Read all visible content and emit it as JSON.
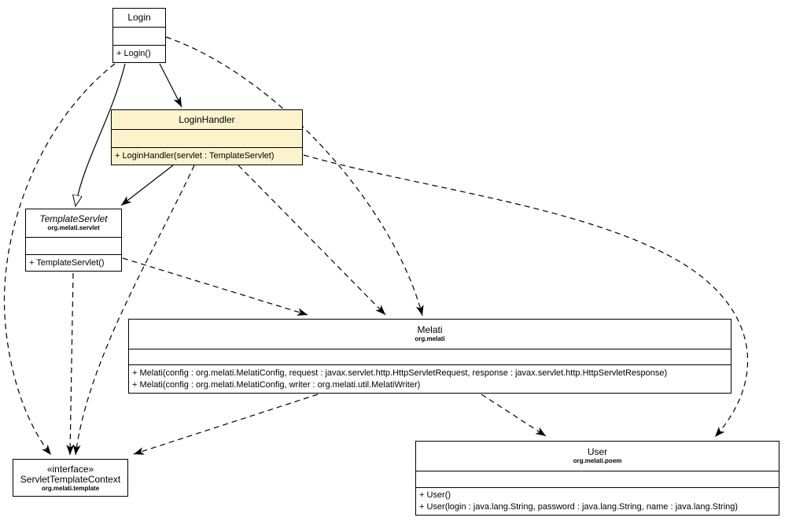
{
  "diagram_title": "UML class diagram",
  "colors": {
    "highlight_fill": "#fcf3cd",
    "box_fill": "#ffffff",
    "line": "#000000"
  },
  "classes": {
    "login": {
      "title": "Login",
      "methods": [
        "+ Login()"
      ]
    },
    "login_handler": {
      "title": "LoginHandler",
      "methods": [
        "+ LoginHandler(servlet : TemplateServlet)"
      ]
    },
    "template_servlet": {
      "title": "TemplateServlet",
      "package": "org.melati.servlet",
      "methods": [
        "+ TemplateServlet()"
      ]
    },
    "melati": {
      "title": "Melati",
      "package": "org.melati",
      "methods": [
        "+ Melati(config : org.melati.MelatiConfig, request : javax.servlet.http.HttpServletRequest, response : javax.servlet.http.HttpServletResponse)",
        "+ Melati(config : org.melati.MelatiConfig, writer : org.melati.util.MelatiWriter)"
      ]
    },
    "user": {
      "title": "User",
      "package": "org.melati.poem",
      "methods": [
        "+ User()",
        "+ User(login : java.lang.String, password : java.lang.String, name : java.lang.String)"
      ]
    },
    "servlet_template_context": {
      "stereotype": "«interface»",
      "title": "ServletTemplateContext",
      "package": "org.melati.template"
    }
  },
  "relationships": [
    {
      "from": "Login",
      "to": "LoginHandler",
      "type": "association"
    },
    {
      "from": "Login",
      "to": "TemplateServlet",
      "type": "generalization"
    },
    {
      "from": "LoginHandler",
      "to": "TemplateServlet",
      "type": "association"
    },
    {
      "from": "Login",
      "to": "Melati",
      "type": "dependency"
    },
    {
      "from": "Login",
      "to": "ServletTemplateContext",
      "type": "dependency"
    },
    {
      "from": "LoginHandler",
      "to": "Melati",
      "type": "dependency"
    },
    {
      "from": "LoginHandler",
      "to": "User",
      "type": "dependency"
    },
    {
      "from": "LoginHandler",
      "to": "ServletTemplateContext",
      "type": "dependency"
    },
    {
      "from": "TemplateServlet",
      "to": "Melati",
      "type": "dependency"
    },
    {
      "from": "TemplateServlet",
      "to": "ServletTemplateContext",
      "type": "dependency"
    },
    {
      "from": "Melati",
      "to": "ServletTemplateContext",
      "type": "dependency"
    },
    {
      "from": "Melati",
      "to": "User",
      "type": "dependency"
    }
  ]
}
